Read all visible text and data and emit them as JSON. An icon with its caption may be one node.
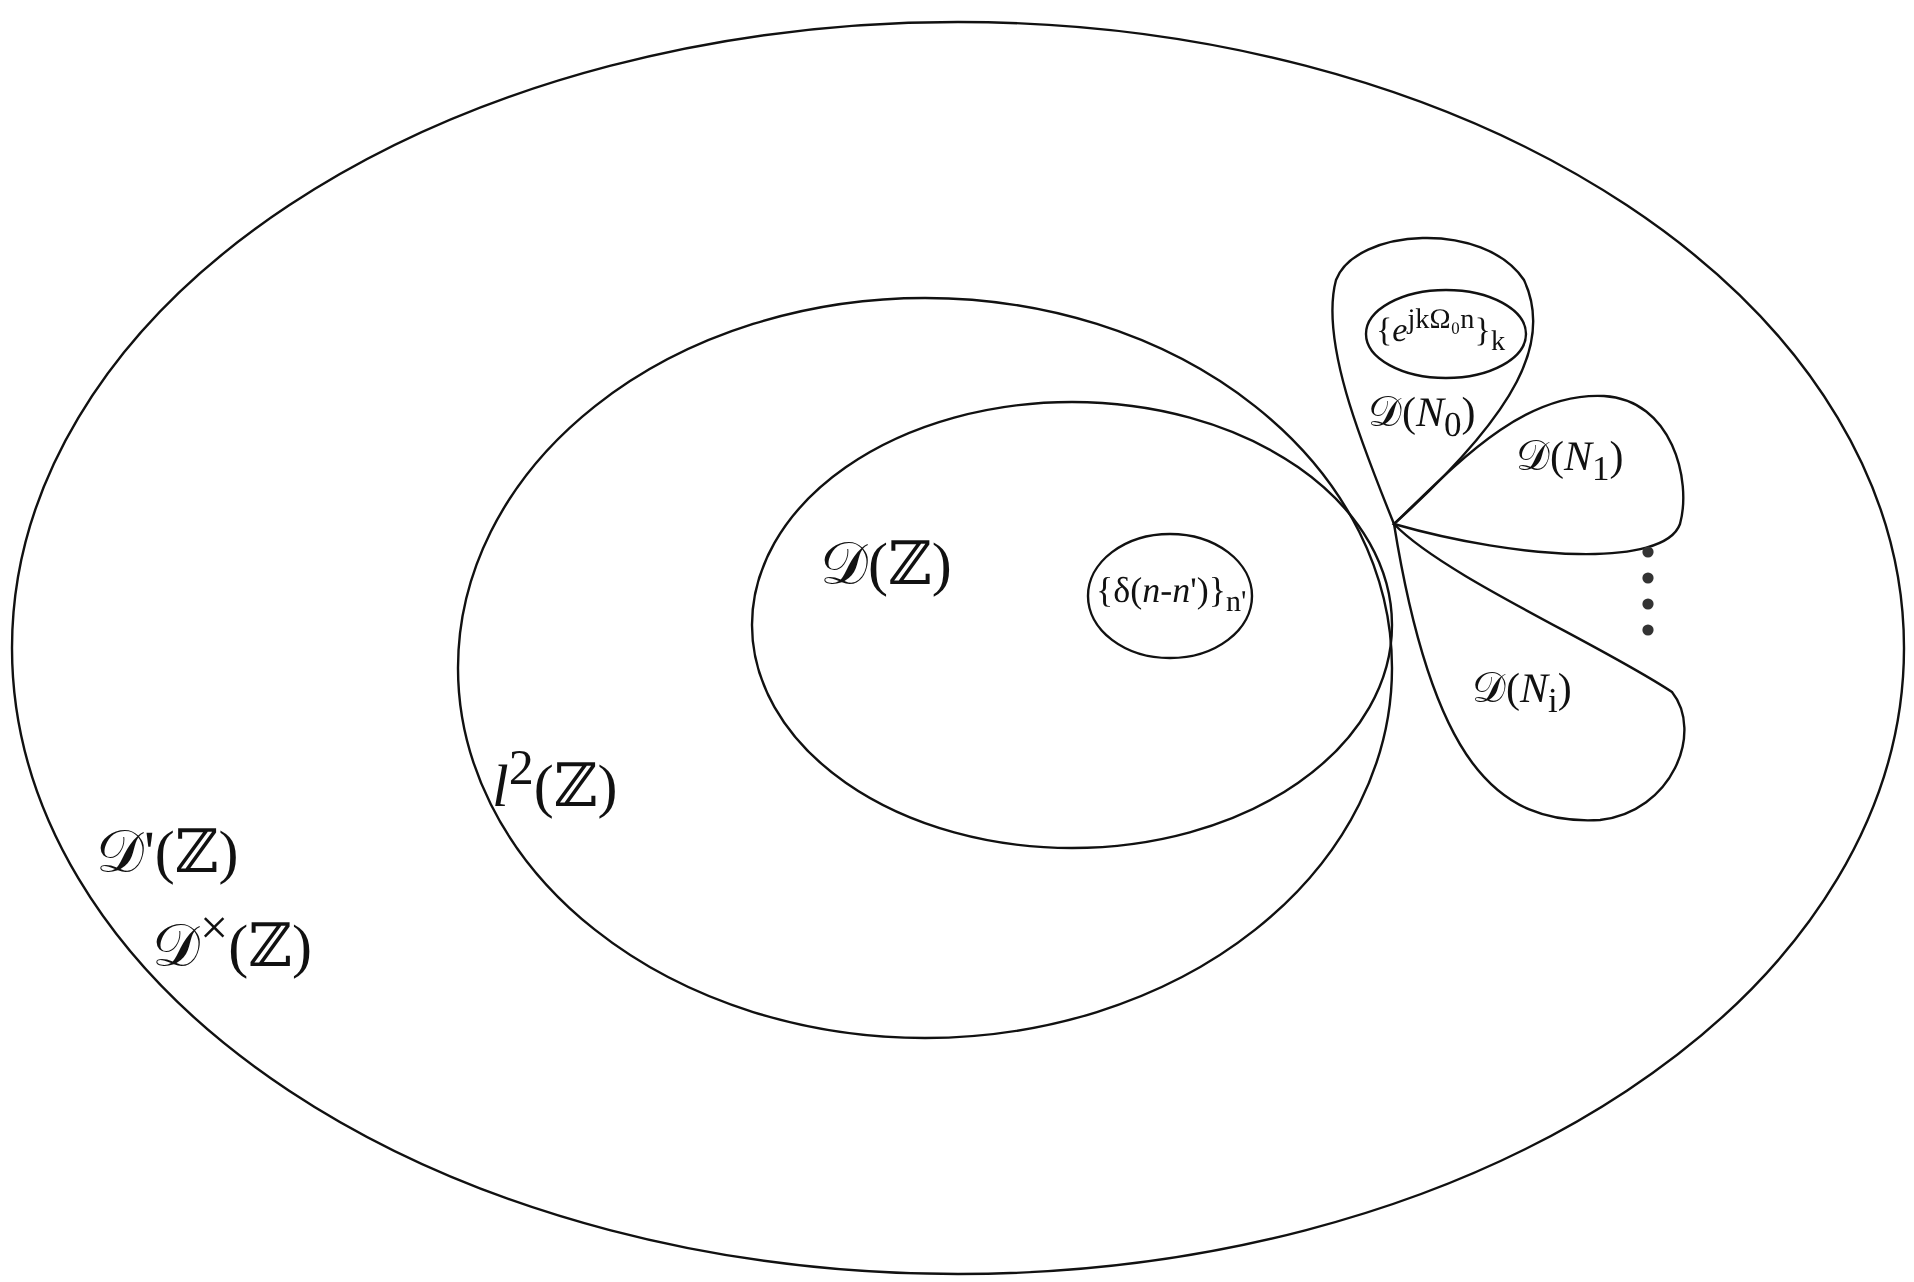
{
  "diagram": {
    "nodes": [
      {
        "text": [
          "𝒟'(ℤ)",
          "𝒟$^{×}$(ℤ)"
        ]
      },
      {
        "text": [
          "*l*$^{2}$(ℤ)"
        ],
        "in": 0
      },
      {
        "text": [
          "𝒟(ℤ)"
        ],
        "in": 1
      },
      {
        "text": [
          "{δ(*n*-*n*')}$_{n'}$"
        ],
        "in": 2
      },
      {
        "text": [
          "𝒟(*N*$_{0}$)"
        ],
        "in": 0
      },
      {
        "text": [
          "{*e*$^{jkΩ₀n}$}$_{k}$"
        ],
        "in": 4
      },
      {
        "text": [
          "𝒟(*N*$_{1}$)"
        ],
        "in": 0
      },
      {
        "text": [
          "𝒟(*N*$_{i}$)"
        ],
        "in": 0
      }
    ]
  }
}
